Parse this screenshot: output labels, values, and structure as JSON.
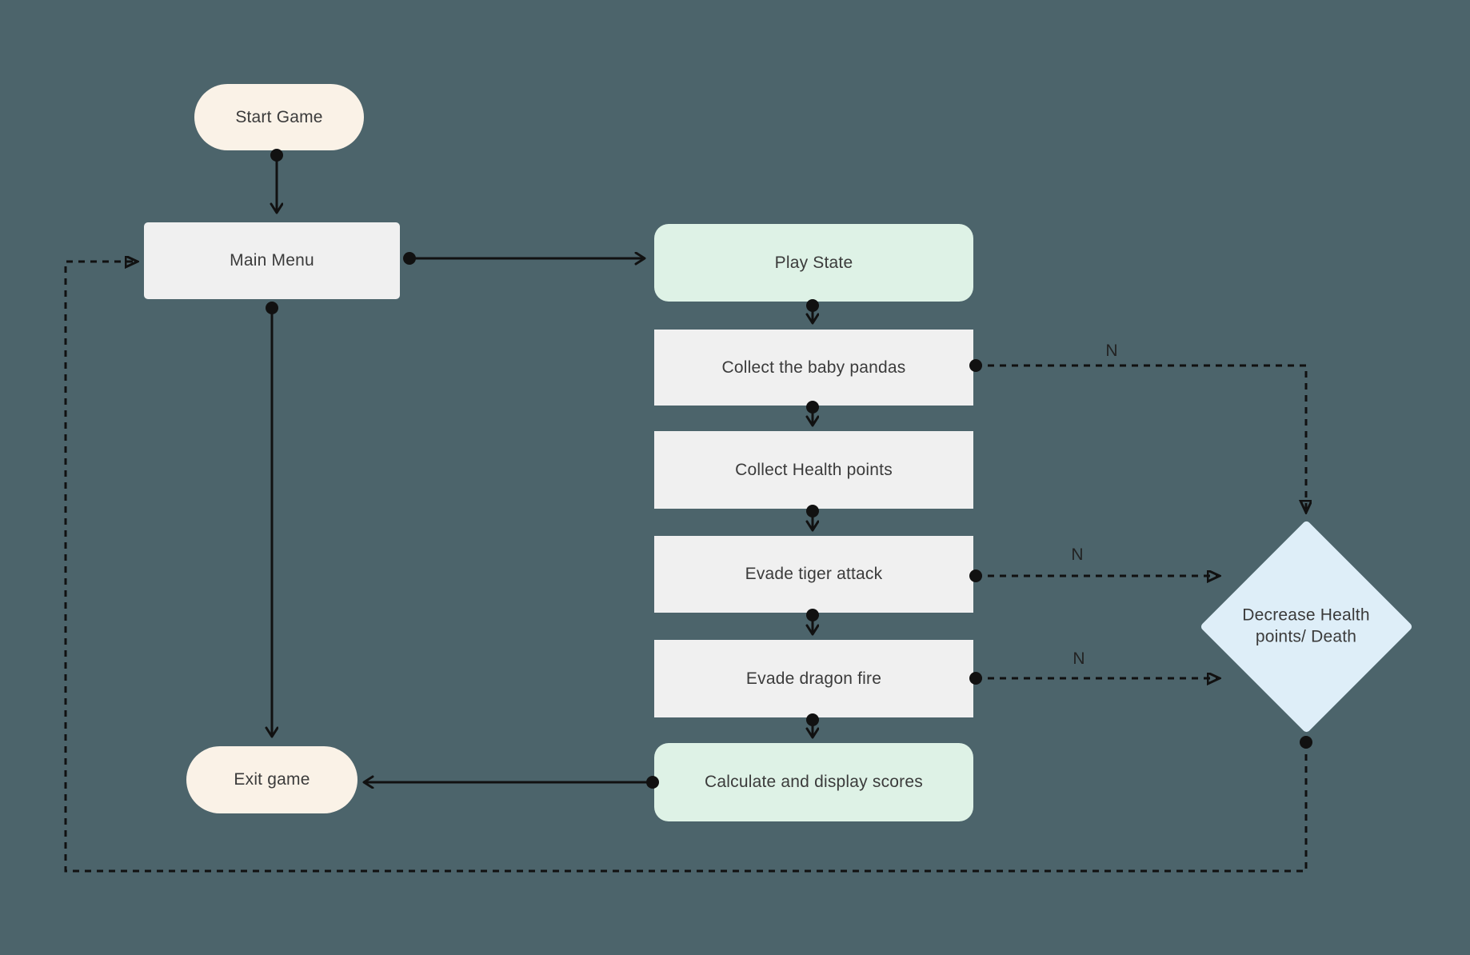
{
  "canvas": {
    "background": "#4C646B",
    "line_color": "#111111",
    "text_color": "#3B3B3B"
  },
  "nodes": {
    "start_game": {
      "label": "Start Game",
      "shape": "pill",
      "fill": "#FAF2E7"
    },
    "main_menu": {
      "label": "Main Menu",
      "shape": "rect",
      "fill": "#F0F0F0"
    },
    "play_state": {
      "label": "Play State",
      "shape": "rounded",
      "fill": "#DEF2E6"
    },
    "collect_pandas": {
      "label": "Collect the baby pandas",
      "shape": "sharp",
      "fill": "#F0F0F0"
    },
    "collect_health": {
      "label": "Collect Health points",
      "shape": "sharp",
      "fill": "#F0F0F0"
    },
    "evade_tiger": {
      "label": "Evade tiger attack",
      "shape": "sharp",
      "fill": "#F0F0F0"
    },
    "evade_dragon": {
      "label": "Evade dragon fire",
      "shape": "sharp",
      "fill": "#F0F0F0"
    },
    "calc_scores": {
      "label": "Calculate and display scores",
      "shape": "rounded",
      "fill": "#DEF2E6"
    },
    "exit_game": {
      "label": "Exit game",
      "shape": "pill",
      "fill": "#FAF2E7"
    },
    "decrease_health": {
      "label": "Decrease Health points/ Death",
      "shape": "diamond",
      "fill": "#DEEEF8"
    }
  },
  "edge_labels": {
    "pandas_no": "N",
    "tiger_no": "N",
    "dragon_no": "N"
  }
}
